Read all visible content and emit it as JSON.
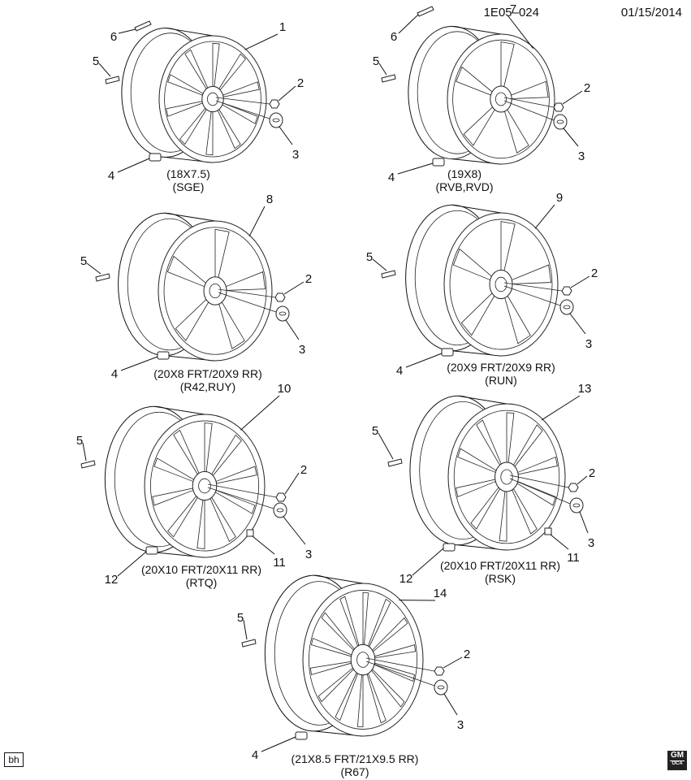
{
  "header": {
    "ref": "1E05–024",
    "date": "01/15/2014"
  },
  "corner_tag": "bh",
  "logo": {
    "text": "GM",
    "sub": "OCA"
  },
  "wheels": [
    {
      "id": "w1",
      "wheel_num": "1",
      "size": "(18X7.5)",
      "option": "(SGE)",
      "callouts": [
        "6",
        "5",
        "4",
        "2",
        "3"
      ],
      "spokes": 10
    },
    {
      "id": "w2",
      "wheel_num": "7",
      "size": "(19X8)",
      "option": "(RVB,RVD)",
      "callouts": [
        "6",
        "5",
        "4",
        "2",
        "3"
      ],
      "spokes": 5
    },
    {
      "id": "w3",
      "wheel_num": "8",
      "size": "(20X8 FRT/20X9 RR)",
      "option": "(R42,RUY)",
      "callouts": [
        "5",
        "4",
        "2",
        "3"
      ],
      "spokes": 5
    },
    {
      "id": "w4",
      "wheel_num": "9",
      "size": "(20X9 FRT/20X9 RR)",
      "option": "(RUN)",
      "callouts": [
        "5",
        "4",
        "2",
        "3"
      ],
      "spokes": 5
    },
    {
      "id": "w5",
      "wheel_num": "10",
      "size": "(20X10 FRT/20X11 RR)",
      "option": "(RTQ)",
      "callouts": [
        "5",
        "12",
        "2",
        "3",
        "11"
      ],
      "spokes": 10
    },
    {
      "id": "w6",
      "wheel_num": "13",
      "size": "(20X10 FRT/20X11 RR)",
      "option": "(RSK)",
      "callouts": [
        "5",
        "12",
        "2",
        "3",
        "11"
      ],
      "spokes": 10
    },
    {
      "id": "w7",
      "wheel_num": "14",
      "size": "(21X8.5 FRT/21X9.5 RR)",
      "option": "(R67)",
      "callouts": [
        "5",
        "4",
        "2",
        "3"
      ],
      "spokes": 14
    }
  ]
}
